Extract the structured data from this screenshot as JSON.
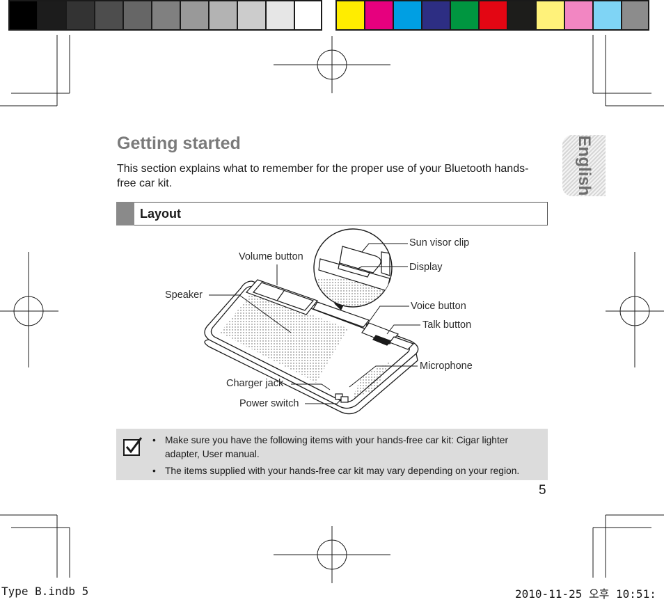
{
  "color_bar": {
    "grays": [
      "#000000",
      "#1c1c1c",
      "#333333",
      "#4d4d4d",
      "#666666",
      "#808080",
      "#999999",
      "#b3b3b3",
      "#cccccc",
      "#e6e6e6",
      "#ffffff"
    ],
    "colors": [
      "#ffed00",
      "#e6007e",
      "#009fe3",
      "#2d2e83",
      "#009640",
      "#e30613",
      "#1d1d1b",
      "#fff27a",
      "#f286c2",
      "#7fd4f5",
      "#8c8c8c"
    ]
  },
  "language_tab": "English",
  "page": {
    "title": "Getting started",
    "intro": "This section explains what to remember for the proper use of your Bluetooth hands-free car kit."
  },
  "section": {
    "heading": "Layout"
  },
  "diagram": {
    "labels": {
      "sun_visor_clip": "Sun visor clip",
      "display": "Display",
      "volume_button": "Volume button",
      "speaker": "Speaker",
      "voice_button": "Voice button",
      "talk_button": "Talk button",
      "microphone": "Microphone",
      "charger_jack": "Charger jack",
      "power_switch": "Power switch"
    }
  },
  "note": {
    "icon": "check-box-icon",
    "items": [
      "Make sure you have the following items with your hands-free car kit: Cigar lighter adapter, User manual.",
      "The items supplied with your hands-free car kit may vary depending on your region."
    ]
  },
  "page_number": "5",
  "slug": {
    "file": "Type B.indb   5",
    "timestamp": "2010-11-25   오후 10:51:"
  }
}
